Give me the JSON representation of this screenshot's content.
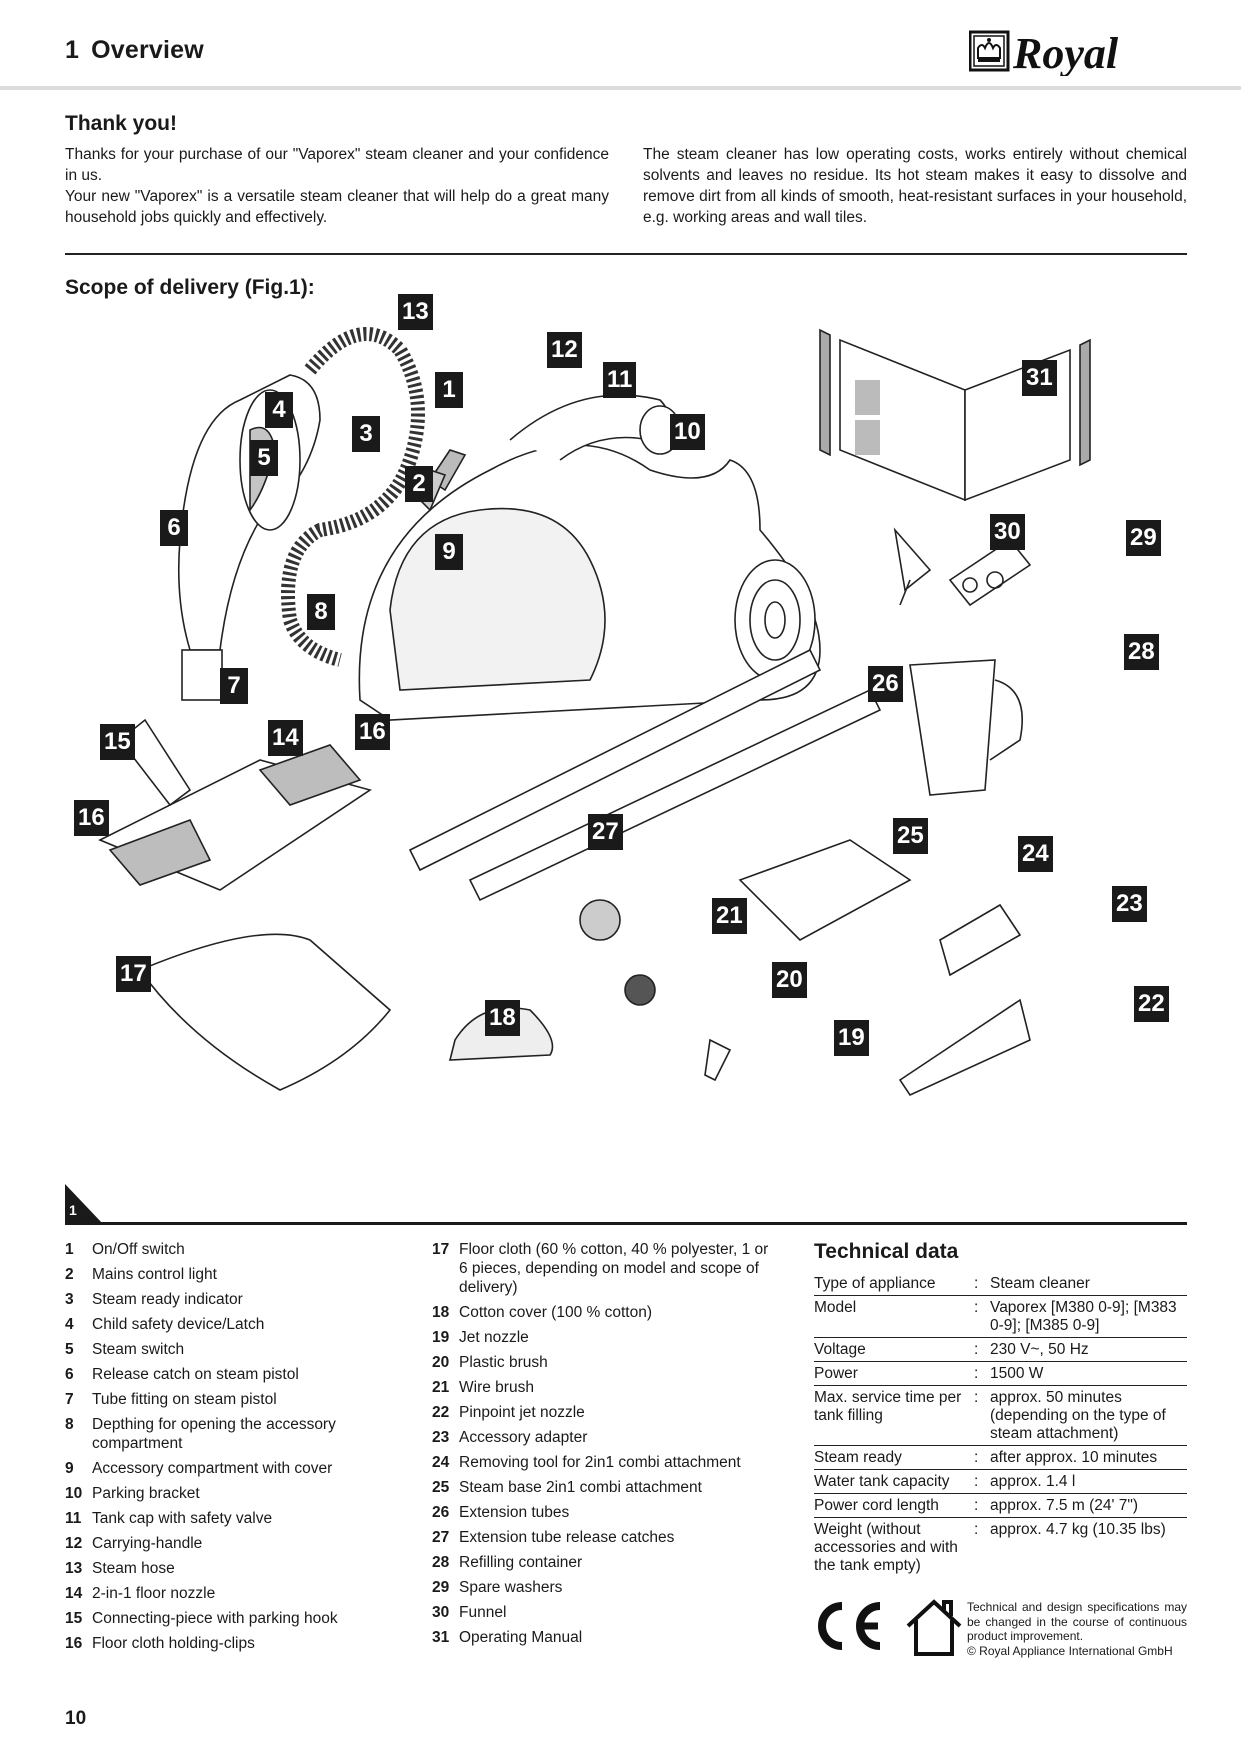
{
  "header": {
    "section_number": "1",
    "section_title": "Overview",
    "brand": "Royal"
  },
  "thanks": {
    "title": "Thank you!",
    "left_paragraphs": [
      "Thanks for your purchase of our \"Vaporex\" steam cleaner and your confidence in us.",
      "Your new \"Vaporex\" is a versatile steam cleaner that will help do a great many household jobs quickly and effectively."
    ],
    "right_paragraph": "The steam cleaner has low operating costs, works entirely without chemical solvents and leaves no residue. Its hot steam makes it easy to dissolve and remove dirt from all kinds of smooth, heat-resistant surfaces in your household, e.g. working areas and wall tiles."
  },
  "scope": {
    "title": "Scope of delivery (Fig.1):",
    "figure_number": "1",
    "callouts": [
      "1",
      "2",
      "3",
      "4",
      "5",
      "6",
      "7",
      "8",
      "9",
      "10",
      "11",
      "12",
      "13",
      "14",
      "15",
      "16",
      "16",
      "17",
      "18",
      "19",
      "20",
      "21",
      "22",
      "23",
      "24",
      "25",
      "26",
      "27",
      "28",
      "29",
      "30",
      "31"
    ]
  },
  "parts_list": {
    "column1": [
      {
        "n": "1",
        "label": "On/Off switch"
      },
      {
        "n": "2",
        "label": "Mains control light"
      },
      {
        "n": "3",
        "label": "Steam ready indicator"
      },
      {
        "n": "4",
        "label": "Child safety device/Latch"
      },
      {
        "n": "5",
        "label": "Steam switch"
      },
      {
        "n": "6",
        "label": "Release catch on steam pistol"
      },
      {
        "n": "7",
        "label": "Tube fitting on steam pistol"
      },
      {
        "n": "8",
        "label": "Depthing for opening the accessory compartment"
      },
      {
        "n": "9",
        "label": "Accessory compartment with cover"
      },
      {
        "n": "10",
        "label": "Parking bracket"
      },
      {
        "n": "11",
        "label": "Tank cap with safety valve"
      },
      {
        "n": "12",
        "label": "Carrying-handle"
      },
      {
        "n": "13",
        "label": "Steam hose"
      },
      {
        "n": "14",
        "label": "2-in-1 floor nozzle"
      },
      {
        "n": "15",
        "label": "Connecting-piece with parking hook"
      },
      {
        "n": "16",
        "label": "Floor cloth holding-clips"
      }
    ],
    "column2": [
      {
        "n": "17",
        "label": "Floor cloth (60 % cotton, 40 % polyester, 1 or 6 pieces, depending on model and scope of delivery)"
      },
      {
        "n": "18",
        "label": "Cotton cover (100 % cotton)"
      },
      {
        "n": "19",
        "label": "Jet nozzle"
      },
      {
        "n": "20",
        "label": "Plastic brush"
      },
      {
        "n": "21",
        "label": "Wire brush"
      },
      {
        "n": "22",
        "label": "Pinpoint jet nozzle"
      },
      {
        "n": "23",
        "label": "Accessory adapter"
      },
      {
        "n": "24",
        "label": "Removing tool for 2in1 combi attachment"
      },
      {
        "n": "25",
        "label": "Steam base 2in1 combi attachment"
      },
      {
        "n": "26",
        "label": "Extension tubes"
      },
      {
        "n": "27",
        "label": "Extension tube release catches"
      },
      {
        "n": "28",
        "label": "Refilling container"
      },
      {
        "n": "29",
        "label": "Spare washers"
      },
      {
        "n": "30",
        "label": "Funnel"
      },
      {
        "n": "31",
        "label": "Operating Manual"
      }
    ]
  },
  "technical_data": {
    "title": "Technical data",
    "separator": ":",
    "rows": [
      {
        "key": "Type of appliance",
        "value": "Steam cleaner"
      },
      {
        "key": "Model",
        "value": "Vaporex [M380 0-9]; [M383 0-9]; [M385 0-9]"
      },
      {
        "key": "Voltage",
        "value": "230 V~, 50 Hz"
      },
      {
        "key": "Power",
        "value": "1500 W"
      },
      {
        "key": "Max. service time per tank filling",
        "value": "approx. 50 minutes (depending on the type of steam attachment)"
      },
      {
        "key": "Steam ready",
        "value": "after approx. 10 minutes"
      },
      {
        "key": "Water tank capacity",
        "value": "approx. 1.4 l"
      },
      {
        "key": "Power cord length",
        "value": "approx. 7.5 m (24' 7\")"
      },
      {
        "key": "Weight (without accessories and with the tank empty)",
        "value": "approx. 4.7 kg (10.35 lbs)"
      }
    ]
  },
  "footer": {
    "marks": [
      "ce-mark",
      "indoor-use-house-icon"
    ],
    "disclaimer_lines": [
      "Technical and design specifications may be changed in the course of continuous product improvement.",
      "© Royal Appliance International GmbH"
    ],
    "page_number": "10"
  }
}
